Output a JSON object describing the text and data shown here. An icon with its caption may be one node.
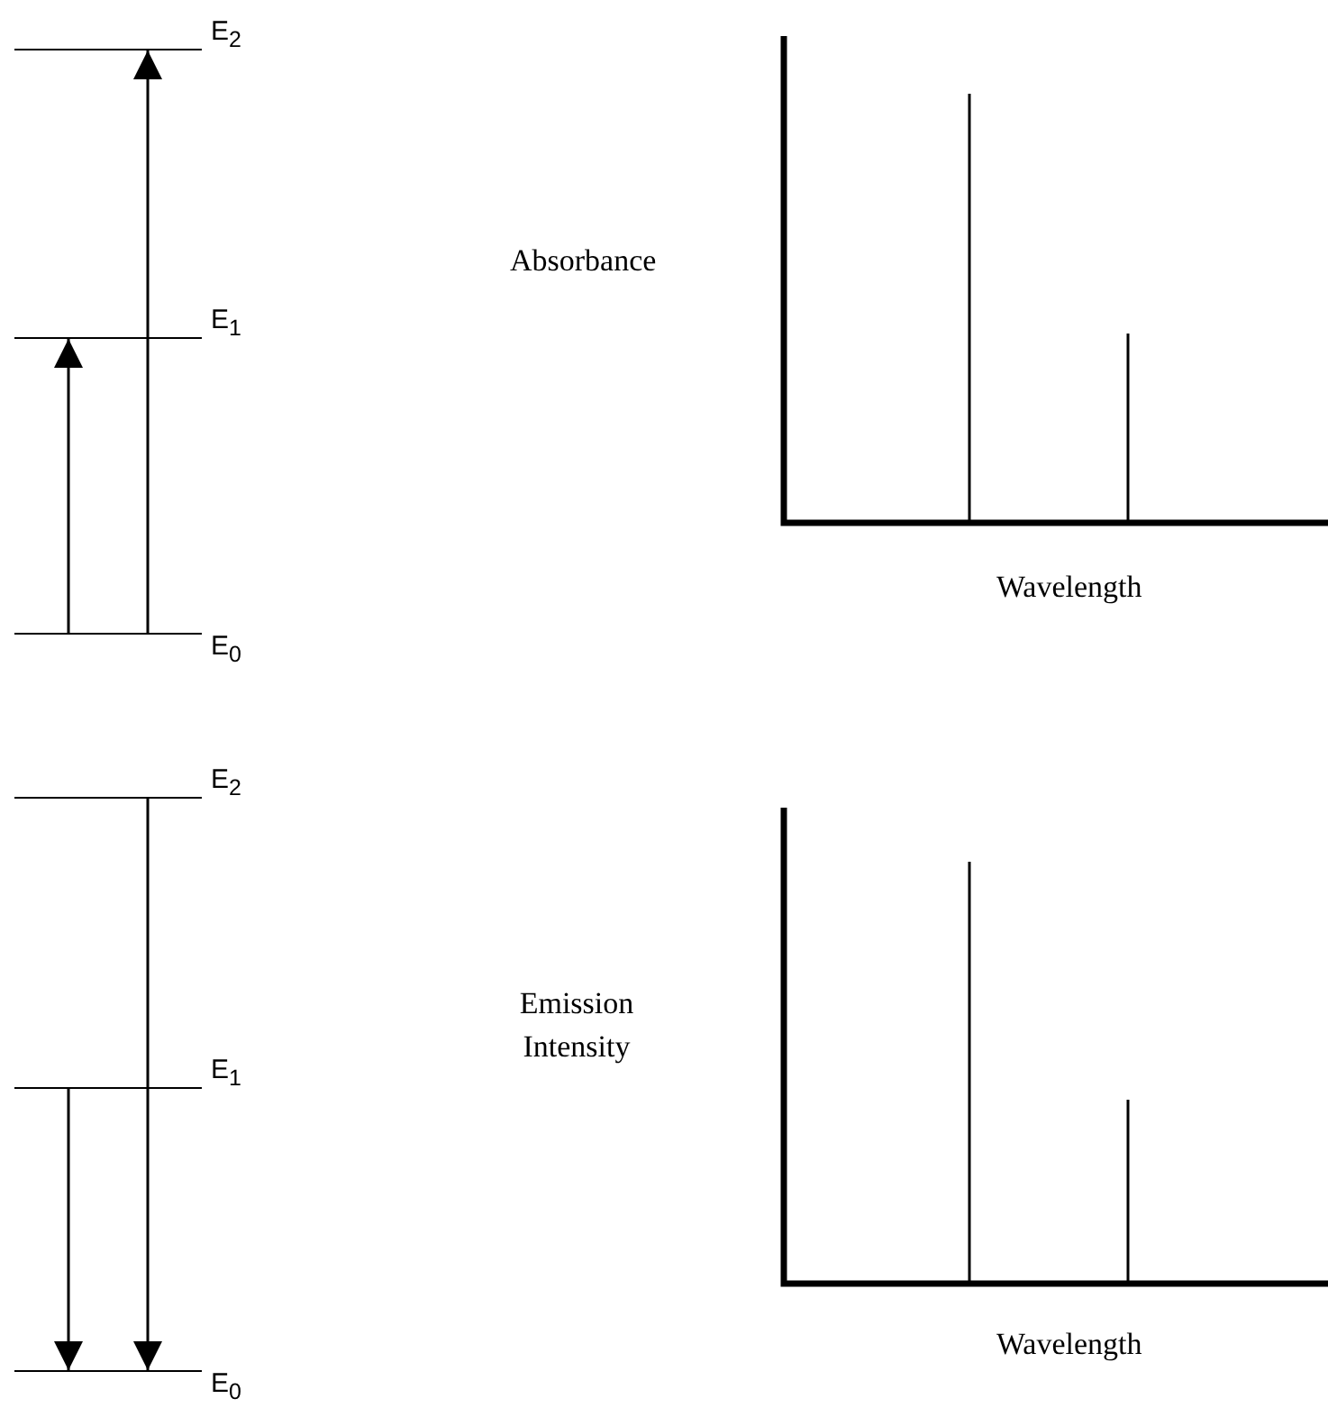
{
  "diagram": {
    "nodes": [
      {
        "text": [
          "E$_{2}$"
        ]
      },
      {
        "text": [
          "E$_{1}$"
        ]
      },
      {
        "text": [
          "E$_{0}$"
        ]
      },
      {
        "text": [
          "E$_{2}$"
        ]
      },
      {
        "text": [
          "E$_{1}$"
        ]
      },
      {
        "text": [
          "E$_{0}$"
        ]
      }
    ],
    "edges": [
      {
        "from": 2,
        "to": 1,
        "arrow": "to"
      },
      {
        "from": 2,
        "to": 0,
        "arrow": "to"
      },
      {
        "from": 4,
        "to": 5,
        "arrow": "to"
      },
      {
        "from": 3,
        "to": 5,
        "arrow": "to"
      }
    ],
    "labels": [
      "Absorbance",
      "Wavelength",
      "Emission Intensity",
      "Wavelength"
    ]
  }
}
